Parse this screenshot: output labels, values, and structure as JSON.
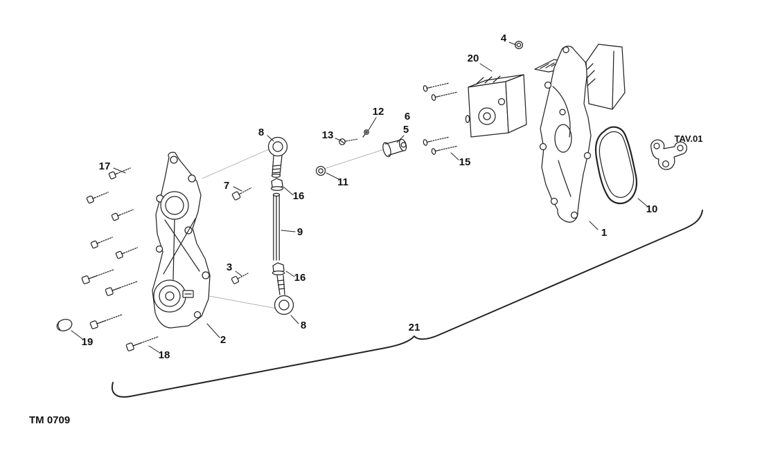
{
  "meta": {
    "doc_code": "TM 0709",
    "accent_blue": "#2456c4",
    "line_color": "#232323"
  },
  "reference": {
    "table": "TAV.01"
  },
  "callouts": {
    "c1": "1",
    "c2": "2",
    "c3": "3",
    "c4": "4",
    "c5": "5",
    "c6": "6",
    "c7": "7",
    "c8a": "8",
    "c8b": "8",
    "c9": "9",
    "c10": "10",
    "c11": "11",
    "c12": "12",
    "c13": "13",
    "c15": "15",
    "c16a": "16",
    "c16b": "16",
    "c17": "17",
    "c18": "18",
    "c19": "19",
    "c20": "20",
    "c21": "21"
  }
}
